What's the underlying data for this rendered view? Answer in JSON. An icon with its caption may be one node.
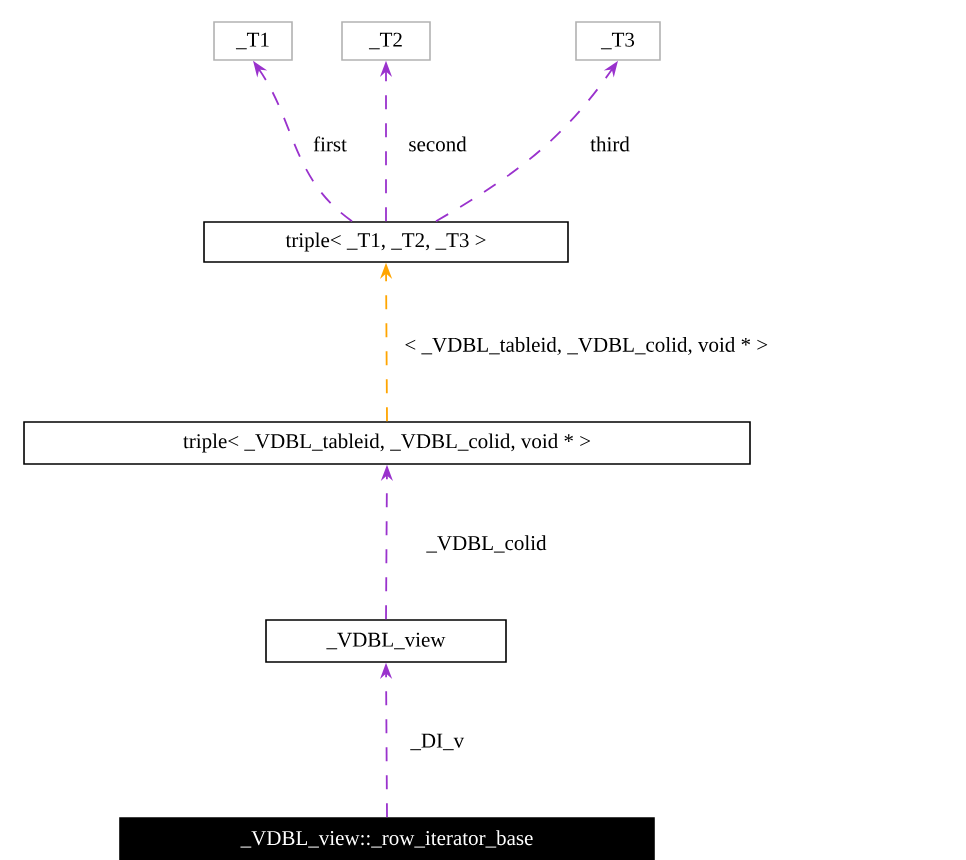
{
  "diagram": {
    "nodes": [
      {
        "text": [
          "_T1"
        ]
      },
      {
        "text": [
          "_T2"
        ]
      },
      {
        "text": [
          "_T3"
        ]
      },
      {
        "text": [
          "triple< _T1, _T2, _T3 >"
        ]
      },
      {
        "text": [
          "triple< _VDBL_tableid, _VDBL_colid, void * >"
        ]
      },
      {
        "text": [
          "_VDBL_view"
        ]
      },
      {
        "text": [
          "_VDBL_view::_row_iterator_base"
        ]
      }
    ],
    "edges": [
      {
        "from": 3,
        "to": 0,
        "arrow": "to",
        "label": "first",
        "style": "dashed"
      },
      {
        "from": 3,
        "to": 1,
        "arrow": "to",
        "label": "second",
        "style": "dashed"
      },
      {
        "from": 3,
        "to": 2,
        "arrow": "to",
        "label": "third",
        "style": "dashed"
      },
      {
        "from": 4,
        "to": 3,
        "arrow": "to",
        "label": "< _VDBL_tableid, _VDBL_colid, void * >",
        "style": "dashed",
        "color": "#ffa500"
      },
      {
        "from": 5,
        "to": 4,
        "arrow": "to",
        "label": "_VDBL_colid",
        "style": "dashed"
      },
      {
        "from": 6,
        "to": 5,
        "arrow": "to",
        "label": "_DI_v",
        "style": "dashed"
      }
    ]
  }
}
